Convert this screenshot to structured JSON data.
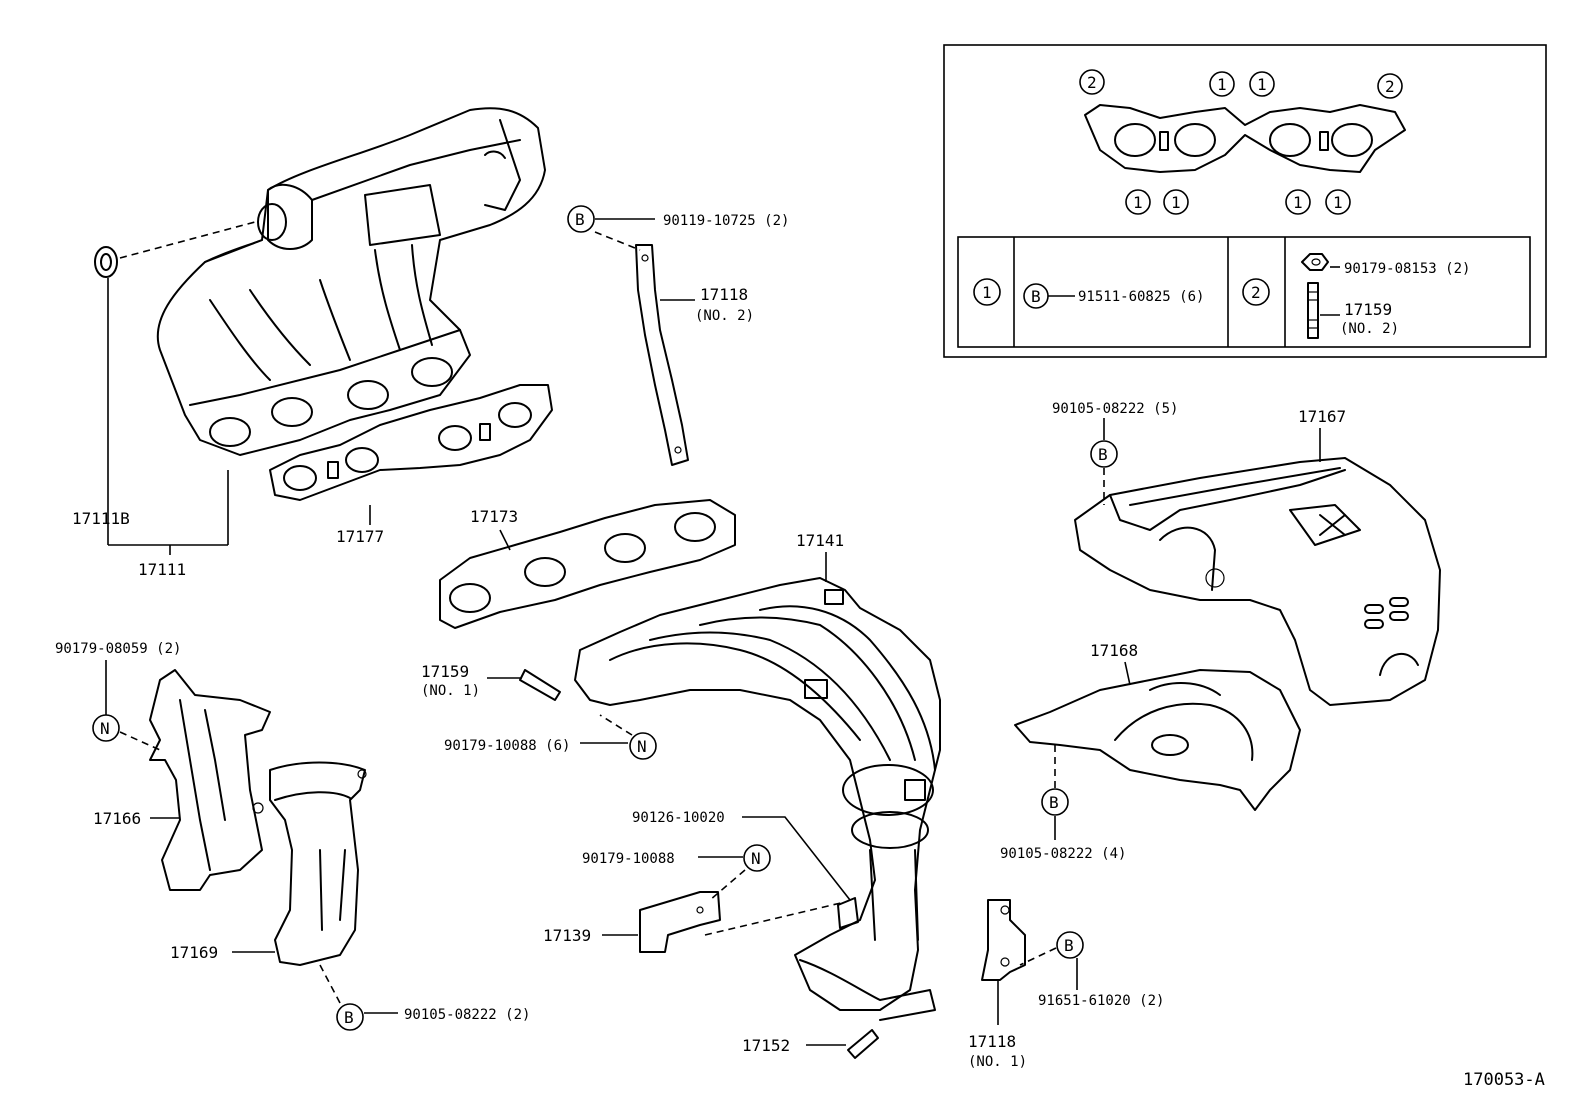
{
  "callouts": {
    "p17111B": "17111B",
    "p17111": "17111",
    "p17177": "17177",
    "b90119": "90119-10725 (2)",
    "p17118_2": "17118",
    "p17118_2_sub": "(NO. 2)",
    "p17173": "17173",
    "p17141": "17141",
    "n90179_08059": "90179-08059 (2)",
    "p17159_1": "17159",
    "p17159_1_sub": "(NO. 1)",
    "n90179_10088_6": "90179-10088 (6)",
    "p17166": "17166",
    "p90126": "90126-10020",
    "n90179_10088": "90179-10088",
    "p17139": "17139",
    "p17169": "17169",
    "b90105_2": "90105-08222 (2)",
    "p17152": "17152",
    "p17118_1": "17118",
    "p17118_1_sub": "(NO. 1)",
    "b91651": "91651-61020 (2)",
    "b90105_5": "90105-08222 (5)",
    "p17167": "17167",
    "p17168": "17168",
    "b90105_4": "90105-08222 (4)",
    "diagram_code": "170053-A"
  },
  "symbols": {
    "b": "B",
    "n": "N",
    "one": "1",
    "two": "2"
  },
  "kit_table": {
    "row1_part": "91511-60825 (6)",
    "row2_nut": "90179-08153 (2)",
    "row2_stud": "17159",
    "row2_stud_sub": "(NO. 2)"
  }
}
